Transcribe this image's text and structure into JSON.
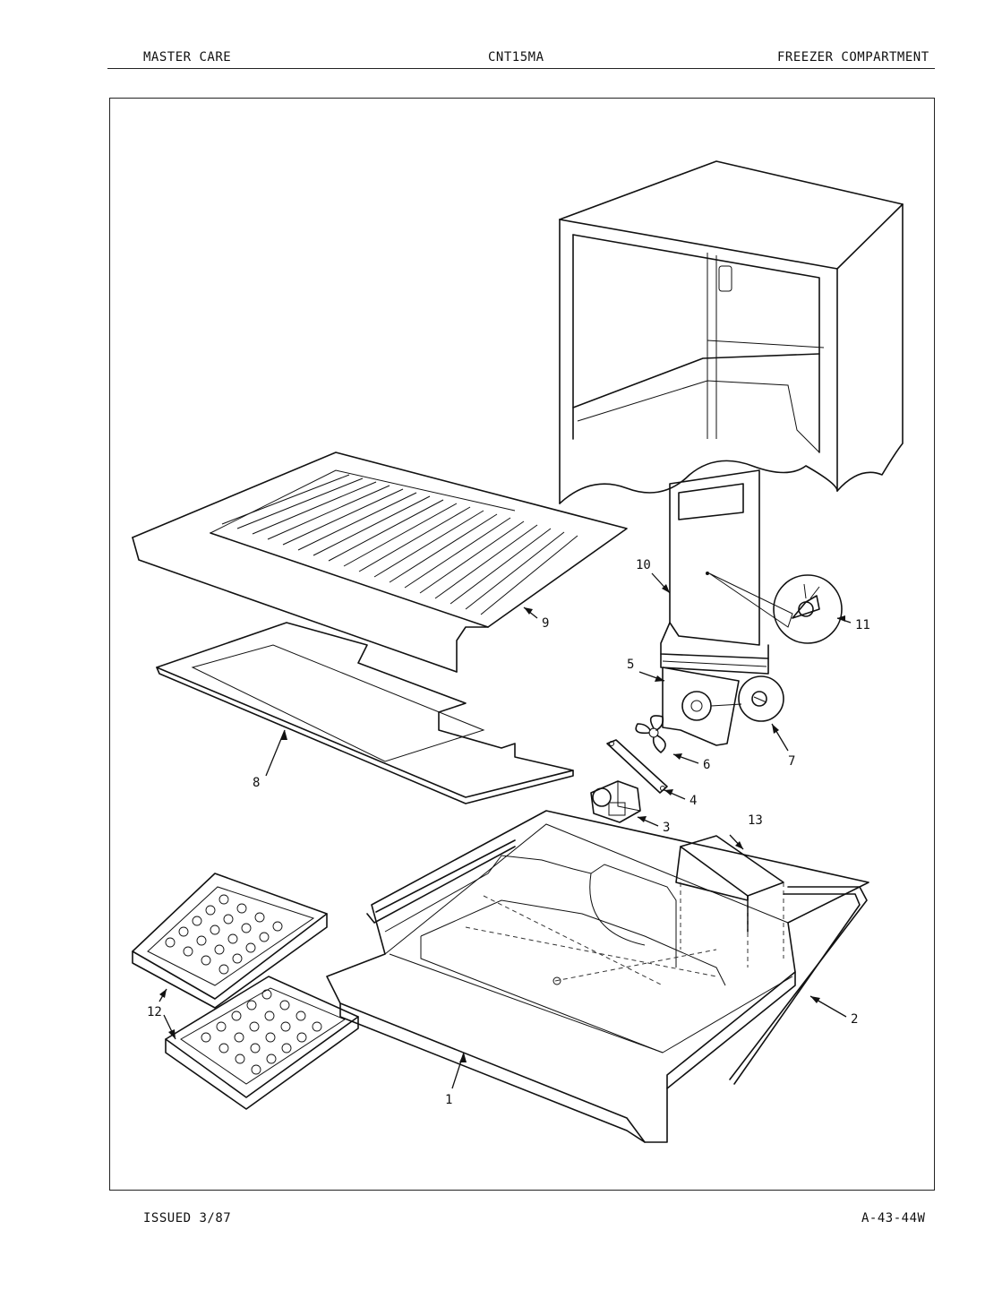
{
  "header": {
    "left": "MASTER CARE",
    "center": "CNT15MA",
    "right": "FREEZER COMPARTMENT"
  },
  "footer": {
    "left": "ISSUED 3/87",
    "right": "A-43-44W"
  },
  "callouts": [
    "1",
    "2",
    "3",
    "4",
    "5",
    "6",
    "7",
    "8",
    "9",
    "10",
    "11",
    "12",
    "13"
  ]
}
